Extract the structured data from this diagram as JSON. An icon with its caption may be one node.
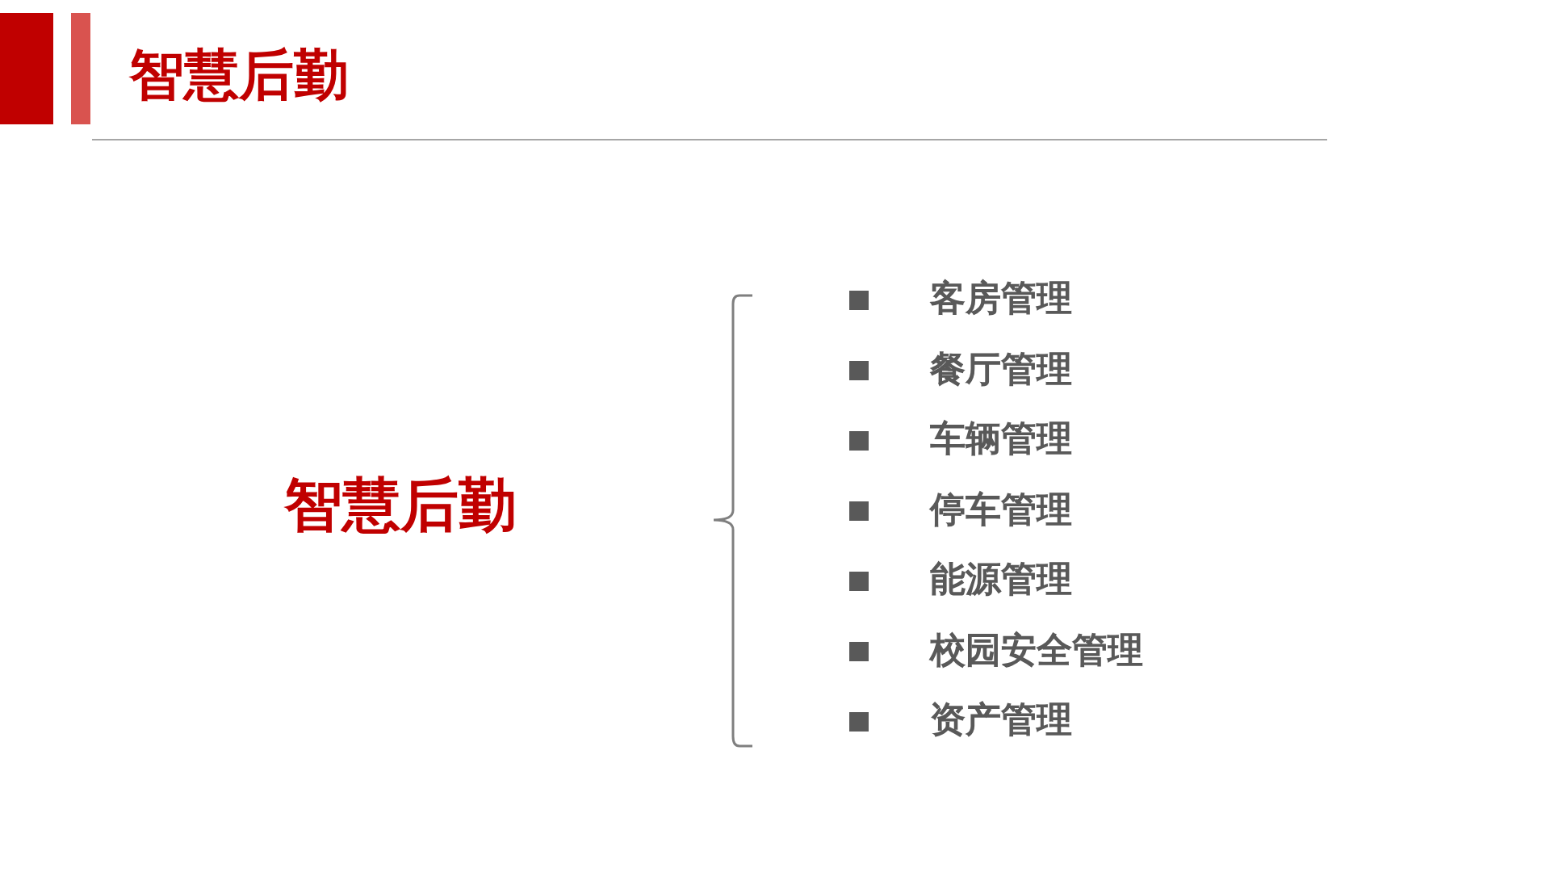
{
  "diagram": {
    "title": "智慧后勤",
    "labels": [
      "智慧后勤",
      "客房管理",
      "餐厅管理",
      "车辆管理",
      "停车管理",
      "能源管理",
      "校园安全管理",
      "资产管理"
    ]
  }
}
